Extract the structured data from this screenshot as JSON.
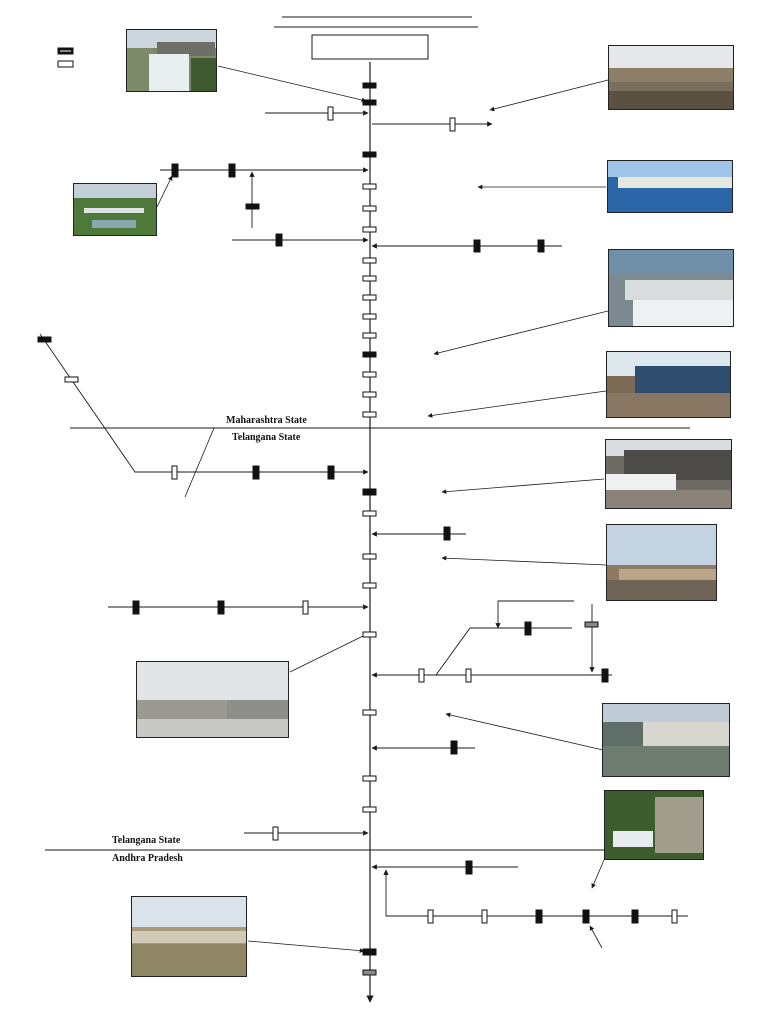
{
  "diagram": {
    "state_boundaries": [
      {
        "upper": "Maharashtra State",
        "lower": "Telangana State"
      },
      {
        "upper": "Telangana State",
        "lower": "Andhra Pradesh"
      }
    ]
  },
  "legend": {
    "symbols": [
      "filled-barrage-symbol",
      "hollow-barrage-symbol"
    ]
  },
  "colors": {
    "line": "#1a1a1a",
    "symbol_fill": "#111111",
    "symbol_hollow": "#ffffff",
    "water": "#3a78b5",
    "sky": "#cfdbe6"
  }
}
